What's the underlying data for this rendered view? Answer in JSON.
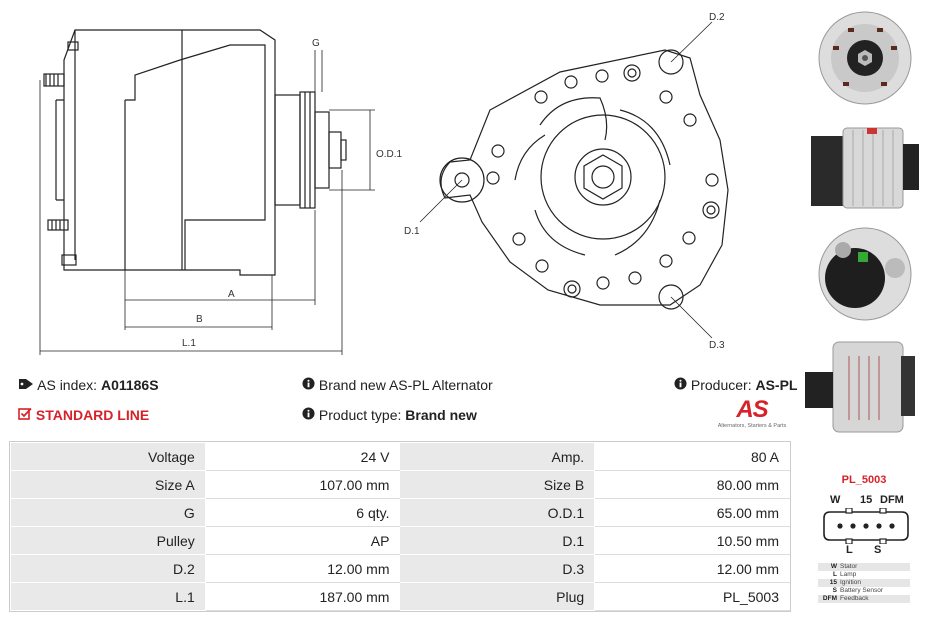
{
  "drawing": {
    "labels": {
      "g": "G",
      "od1": "O.D.1",
      "a": "A",
      "b": "B",
      "l1": "L.1",
      "d1": "D.1",
      "d2": "D.2",
      "d3": "D.3"
    }
  },
  "info": {
    "as_index_label": "AS index:",
    "as_index_value": "A01186S",
    "brand_text": "Brand new AS-PL Alternator",
    "producer_label": "Producer:",
    "producer_value": "AS-PL",
    "standard_line": "STANDARD LINE",
    "product_type_label": "Product type:",
    "product_type_value": "Brand new"
  },
  "logo": {
    "mark": "AS",
    "tagline": "Alternators, Starters & Parts"
  },
  "specs": [
    {
      "k1": "Voltage",
      "v1": "24 V",
      "k2": "Amp.",
      "v2": "80 A"
    },
    {
      "k1": "Size A",
      "v1": "107.00 mm",
      "k2": "Size B",
      "v2": "80.00 mm"
    },
    {
      "k1": "G",
      "v1": "6 qty.",
      "k2": "O.D.1",
      "v2": "65.00 mm"
    },
    {
      "k1": "Pulley",
      "v1": "AP",
      "k2": "D.1",
      "v2": "10.50 mm"
    },
    {
      "k1": "D.2",
      "v1": "12.00 mm",
      "k2": "D.3",
      "v2": "12.00 mm"
    },
    {
      "k1": "L.1",
      "v1": "187.00 mm",
      "k2": "Plug",
      "v2": "PL_5003"
    }
  ],
  "plug": {
    "title": "PL_5003",
    "top_labels": [
      "W",
      "15",
      "DFM"
    ],
    "bottom_labels": [
      "L",
      "S"
    ],
    "legend": [
      {
        "code": "W",
        "desc": "Stator"
      },
      {
        "code": "L",
        "desc": "Lamp"
      },
      {
        "code": "15",
        "desc": "Ignition"
      },
      {
        "code": "S",
        "desc": "Battery Sensor"
      },
      {
        "code": "DFM",
        "desc": "Feedback"
      }
    ]
  },
  "icons": {
    "tag": "tag-icon",
    "info": "info-circle-icon",
    "checkbox": "check-square-icon"
  },
  "colors": {
    "accent": "#d6232a",
    "table_key_bg": "#e9e9e9"
  }
}
